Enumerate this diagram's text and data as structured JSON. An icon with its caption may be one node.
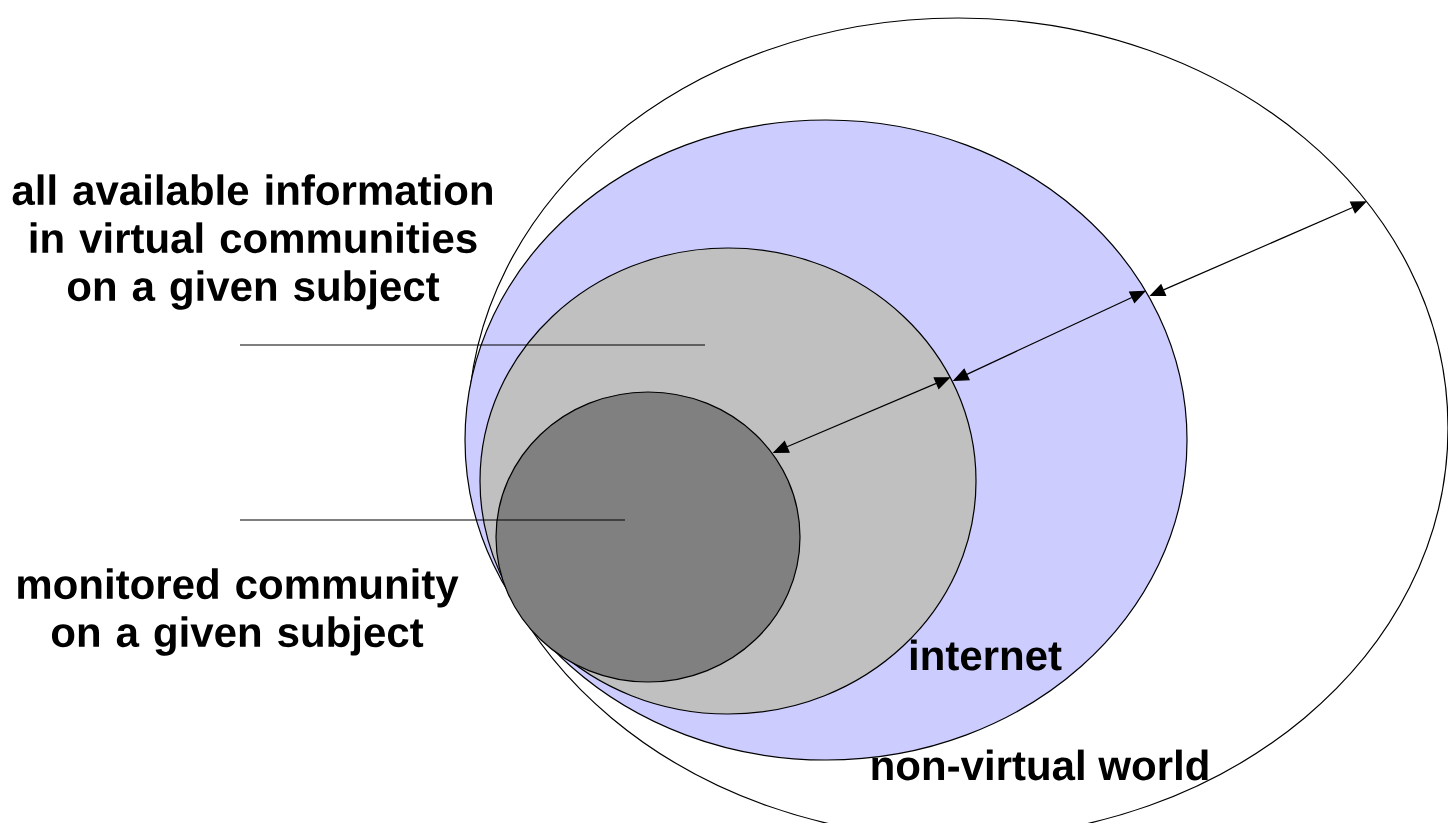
{
  "diagram": {
    "nodes": [
      {
        "text": [
          "non-virtual world"
        ]
      },
      {
        "text": [
          "internet"
        ],
        "in": 0
      },
      {
        "text": [],
        "shape": "ellipse",
        "in": 1
      },
      {
        "text": [],
        "shape": "ellipse",
        "in": 2
      },
      {
        "text": [
          "all available information in virtual communities on a given subject"
        ]
      },
      {
        "text": [
          "monitored community on a given subject"
        ]
      }
    ],
    "edges": [
      {
        "from": 4,
        "to": 2,
        "arrow": "none"
      },
      {
        "from": 5,
        "to": 3,
        "arrow": "none"
      },
      {
        "from": 3,
        "to": 2,
        "arrow": "both"
      },
      {
        "from": 2,
        "to": 1,
        "arrow": "both"
      },
      {
        "from": 1,
        "to": 0,
        "arrow": "both"
      }
    ]
  }
}
